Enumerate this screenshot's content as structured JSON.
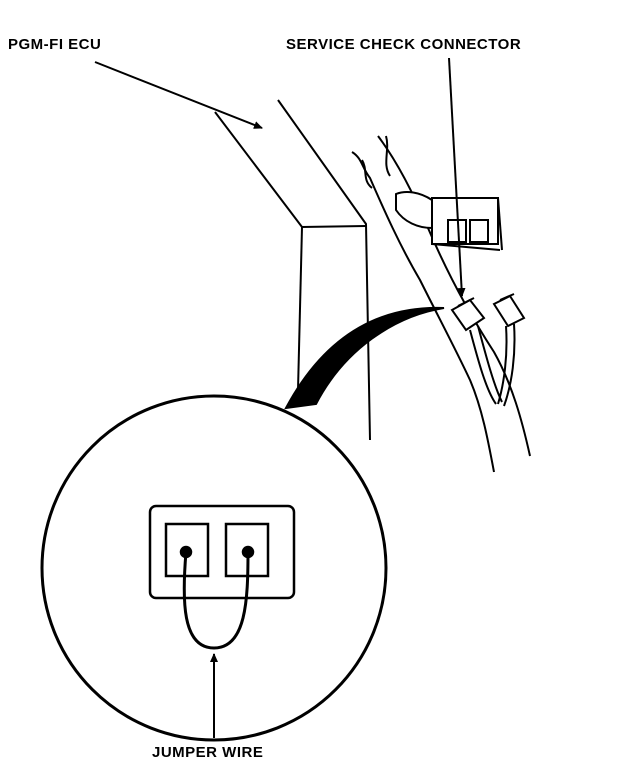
{
  "labels": {
    "ecu": "PGM-FI ECU",
    "service_connector": "SERVICE CHECK CONNECTOR",
    "jumper_wire": "JUMPER WIRE"
  },
  "colors": {
    "ink": "#000000",
    "paper": "#ffffff"
  }
}
